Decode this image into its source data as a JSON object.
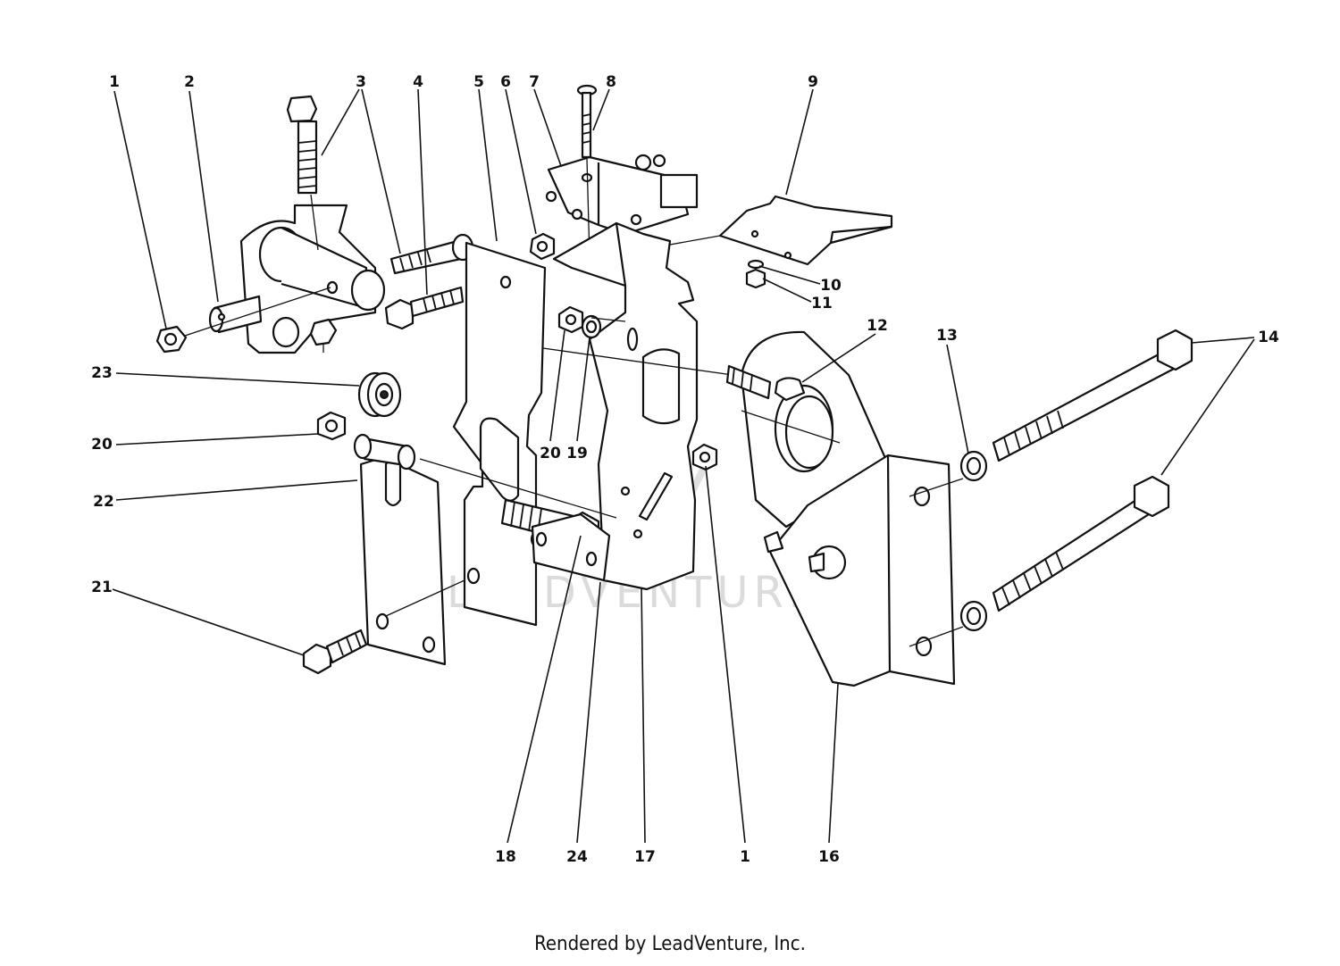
{
  "callouts": [
    {
      "id": "c1a",
      "label": "1"
    },
    {
      "id": "c2",
      "label": "2"
    },
    {
      "id": "c3",
      "label": "3"
    },
    {
      "id": "c4",
      "label": "4"
    },
    {
      "id": "c5",
      "label": "5"
    },
    {
      "id": "c6",
      "label": "6"
    },
    {
      "id": "c7",
      "label": "7"
    },
    {
      "id": "c8",
      "label": "8"
    },
    {
      "id": "c9",
      "label": "9"
    },
    {
      "id": "c10",
      "label": "10"
    },
    {
      "id": "c11",
      "label": "11"
    },
    {
      "id": "c12",
      "label": "12"
    },
    {
      "id": "c13",
      "label": "13"
    },
    {
      "id": "c14",
      "label": "14"
    },
    {
      "id": "c23",
      "label": "23"
    },
    {
      "id": "c20a",
      "label": "20"
    },
    {
      "id": "c20b",
      "label": "20"
    },
    {
      "id": "c19",
      "label": "19"
    },
    {
      "id": "c22",
      "label": "22"
    },
    {
      "id": "c21",
      "label": "21"
    },
    {
      "id": "c18",
      "label": "18"
    },
    {
      "id": "c24",
      "label": "24"
    },
    {
      "id": "c17",
      "label": "17"
    },
    {
      "id": "c1b",
      "label": "1"
    },
    {
      "id": "c16",
      "label": "16"
    }
  ],
  "watermark": "LEADVENTURE",
  "footer": "Rendered by LeadVenture, Inc."
}
